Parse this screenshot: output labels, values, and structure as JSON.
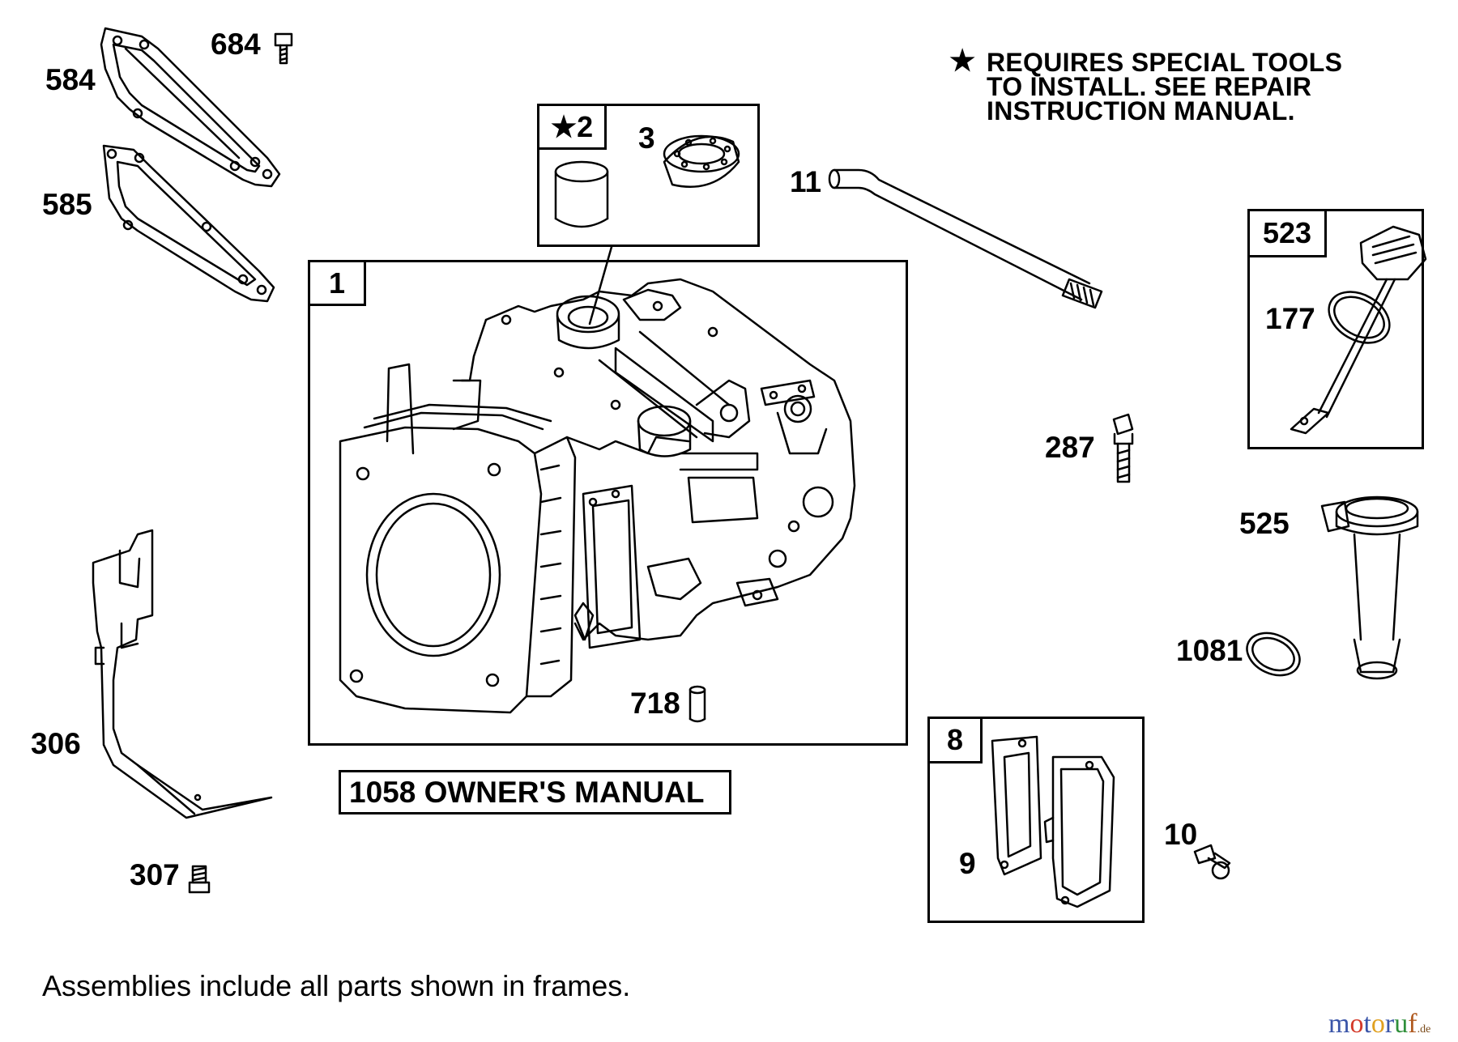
{
  "note": {
    "star": "★",
    "lines": [
      "REQUIRES SPECIAL TOOLS",
      "TO INSTALL.  SEE REPAIR",
      "INSTRUCTION MANUAL."
    ]
  },
  "frames": {
    "frame1_tag": "1",
    "frame2_tag": "★2",
    "frame523_tag": "523",
    "frame8_tag": "8"
  },
  "labels": {
    "p584": "584",
    "p684": "684",
    "p585": "585",
    "p3": "3",
    "p11": "11",
    "p177": "177",
    "p287": "287",
    "p525": "525",
    "p1081": "1081",
    "p718": "718",
    "p306": "306",
    "p307": "307",
    "p9": "9",
    "p10": "10"
  },
  "manual_label": "1058 OWNER'S MANUAL",
  "footer_text": "Assemblies include all parts shown in frames.",
  "logo": {
    "m": "m",
    "o1": "o",
    "t": "t",
    "o2": "o",
    "r": "r",
    "u": "u",
    "f": "f",
    "de": ".de",
    "colors": {
      "m": "#3a55a8",
      "o1": "#d43a2a",
      "t": "#3a55a8",
      "o2": "#e0a020",
      "r": "#3a55a8",
      "u": "#2f8f3a",
      "f": "#b05a20"
    }
  }
}
